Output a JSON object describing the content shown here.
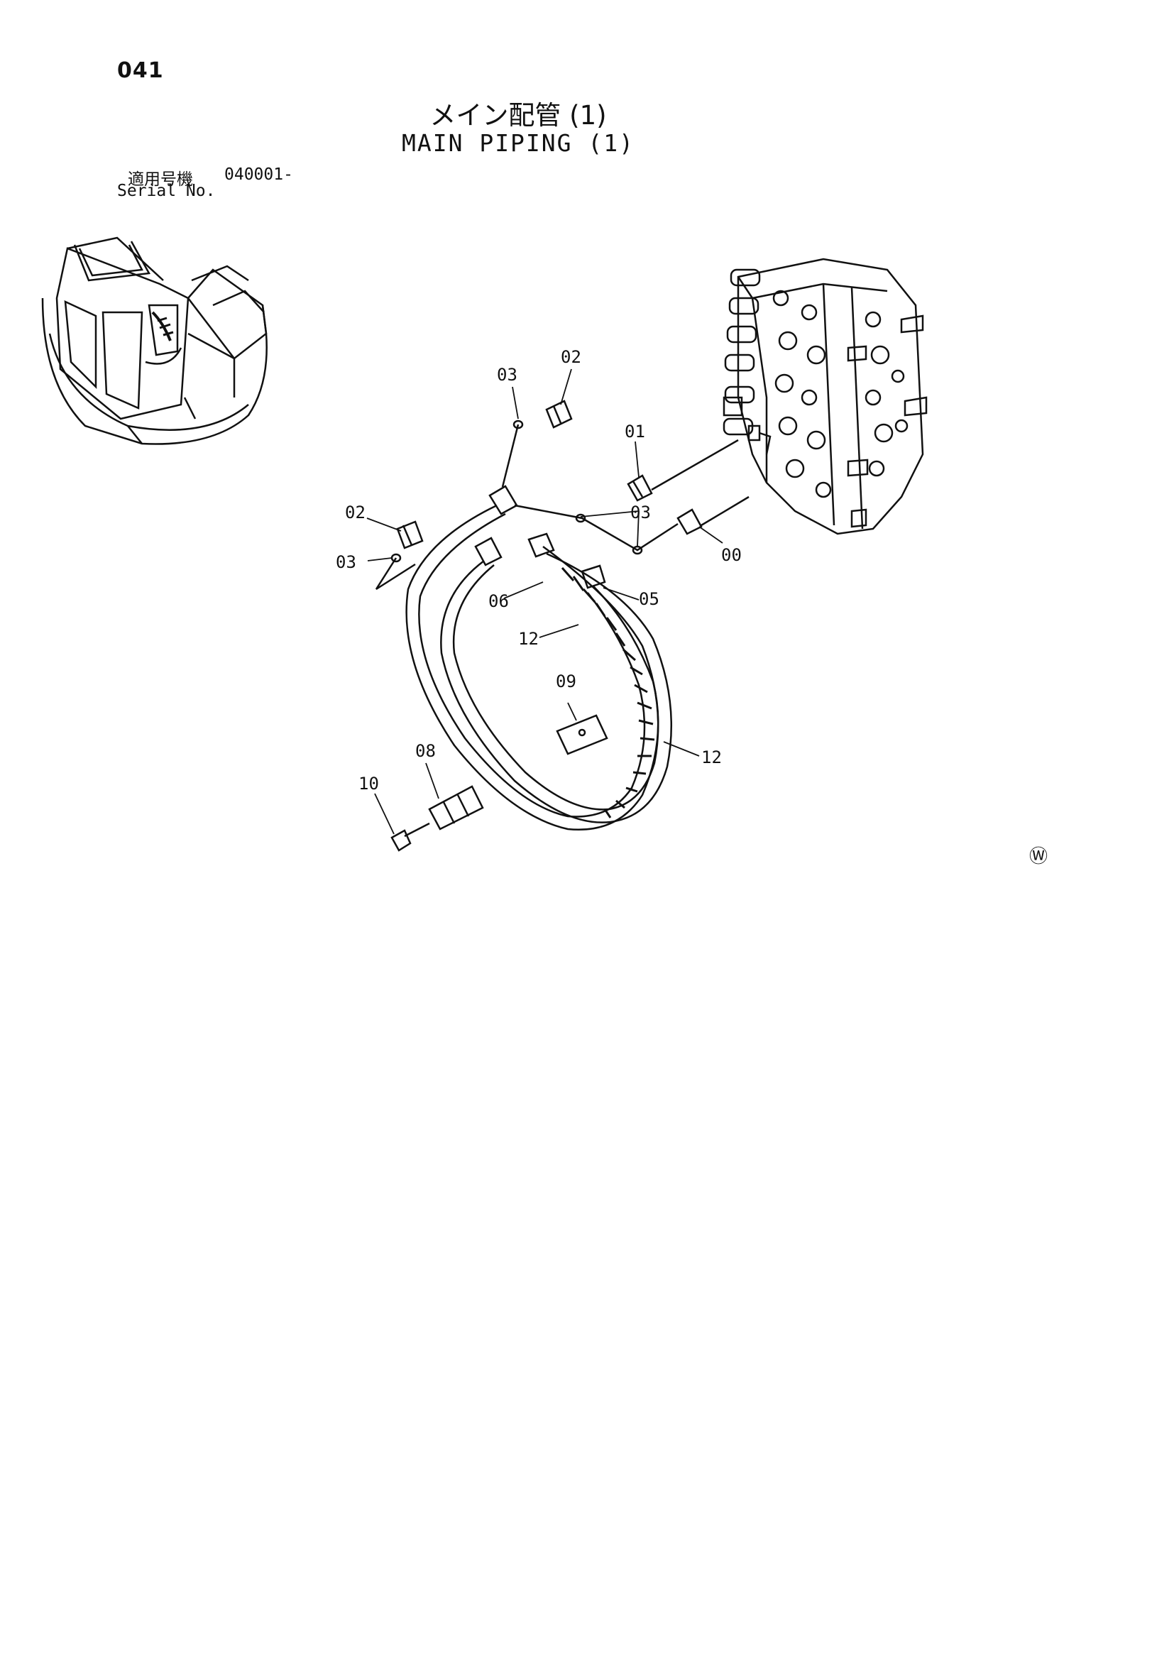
{
  "header": {
    "page_number": "041",
    "title_jp": "メイン配管 (1)",
    "title_en": "MAIN PIPING (1)"
  },
  "serial": {
    "label_jp": "適用号機",
    "value": "040001-",
    "label_en": "Serial No."
  },
  "callouts": {
    "c00": "00",
    "c01": "01",
    "c02a": "02",
    "c02b": "02",
    "c03a": "03",
    "c03b": "03",
    "c03c": "03",
    "c05": "05",
    "c06": "06",
    "c08": "08",
    "c09": "09",
    "c10": "10",
    "c12a": "12",
    "c12b": "12"
  },
  "footer_mark": "Ⓦ"
}
